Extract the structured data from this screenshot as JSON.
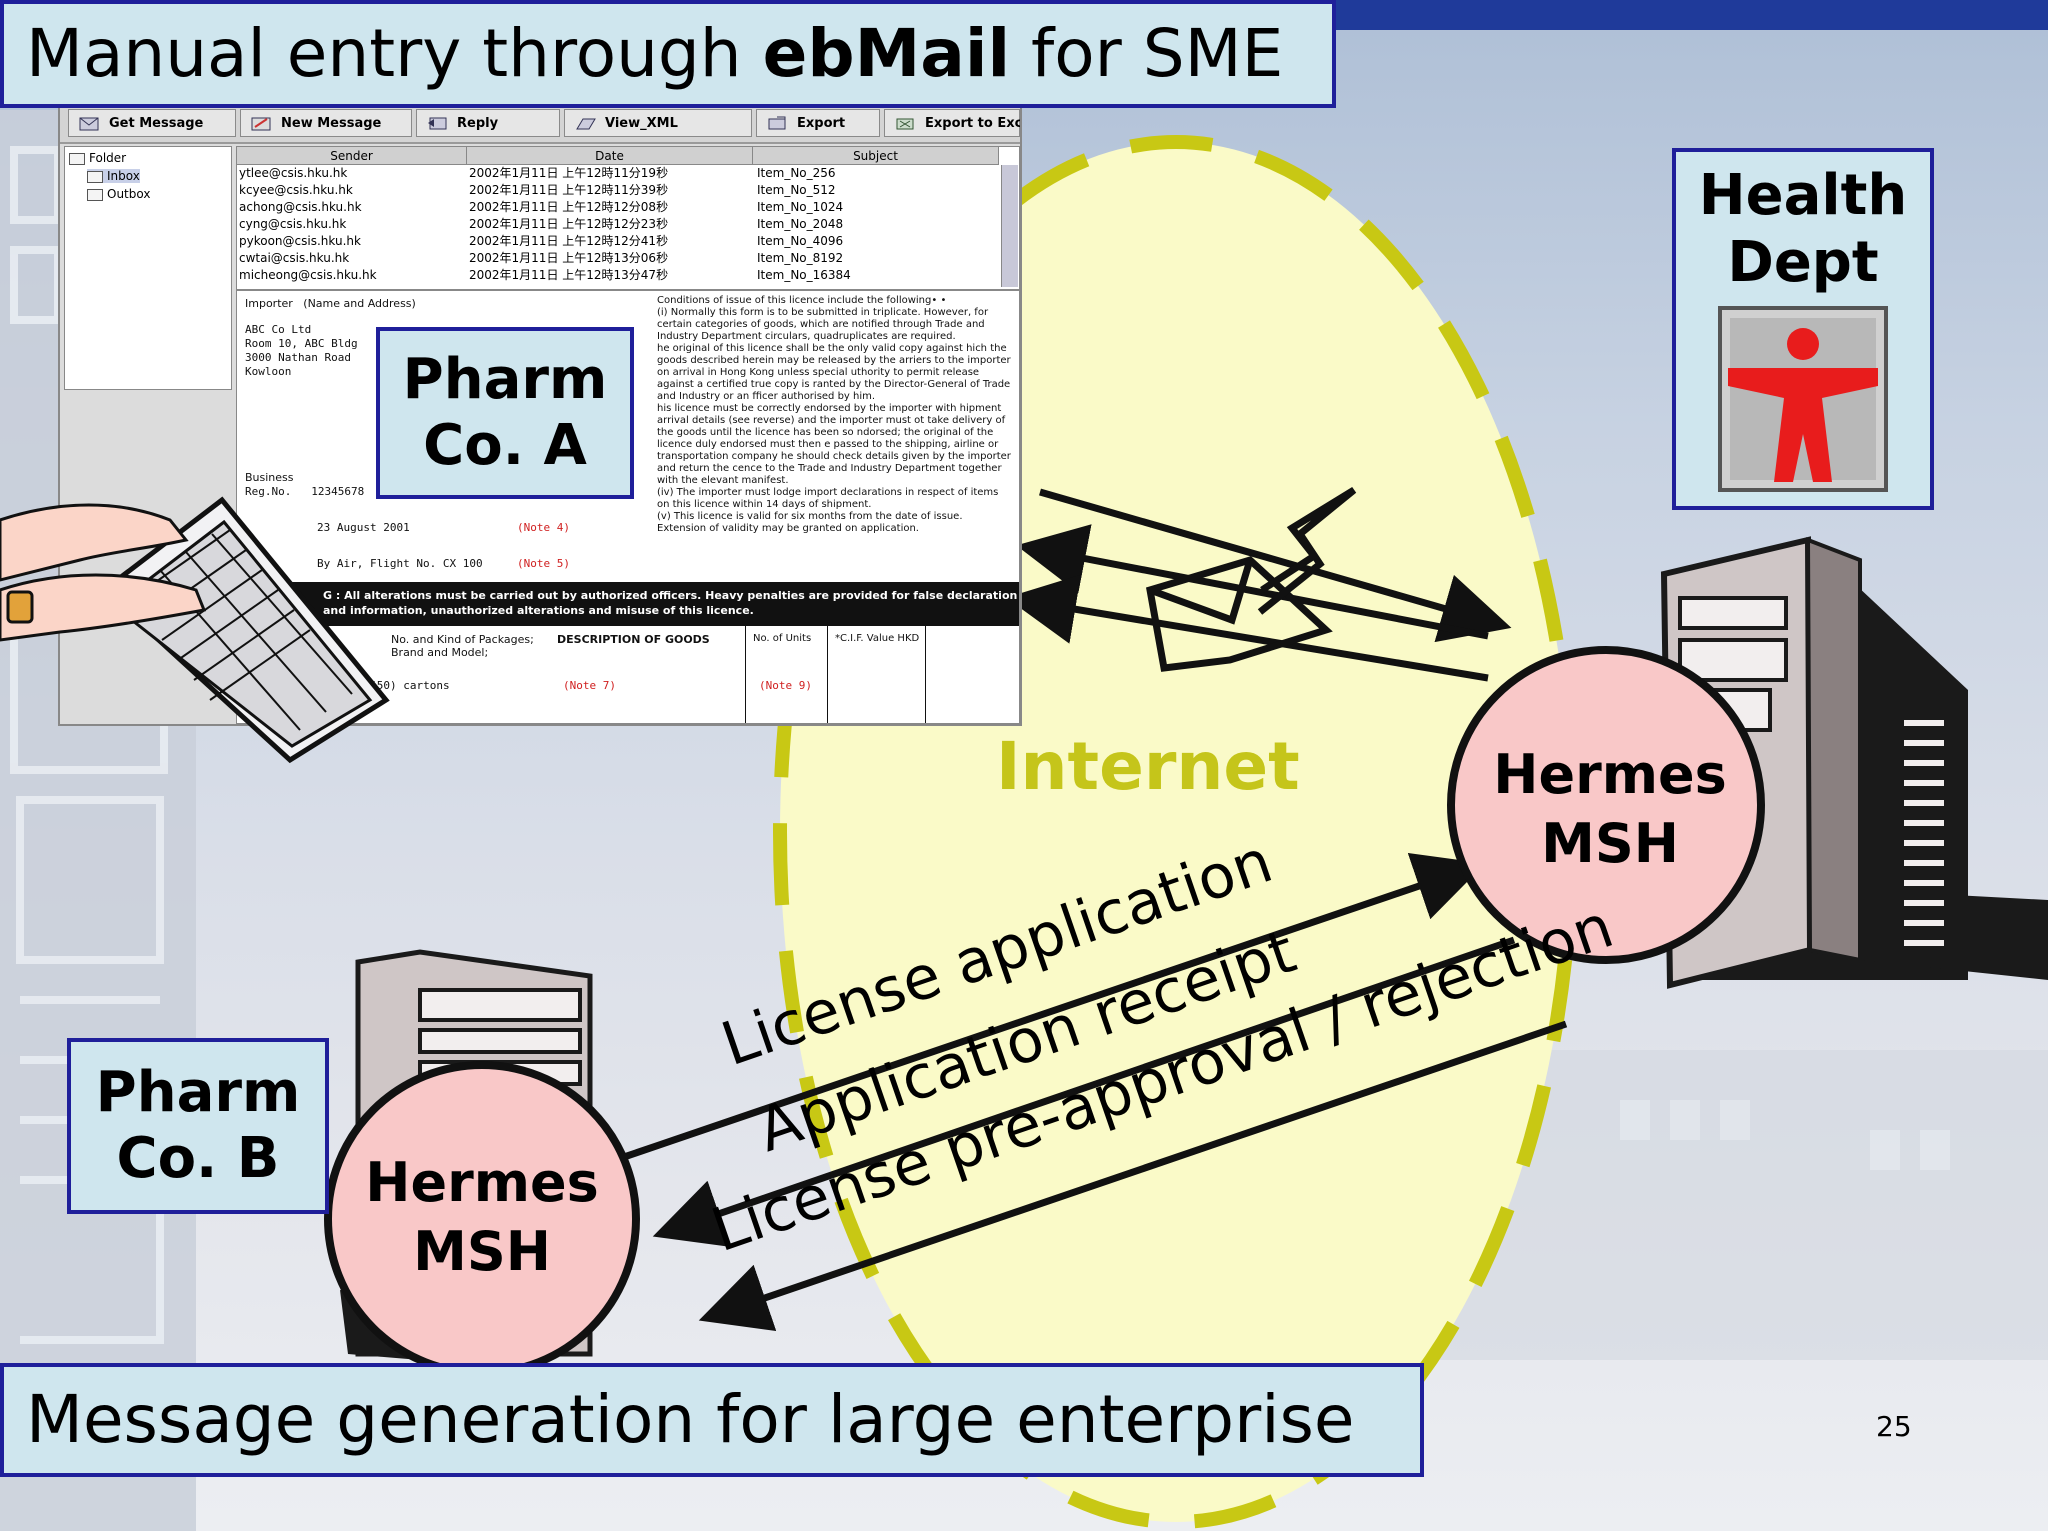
{
  "title": {
    "prefix": "Manual entry through ",
    "bold": "ebMail",
    "suffix": " for SME"
  },
  "footer": "Message generation for large enterprise",
  "page_number": "25",
  "pharm_a": {
    "line1": "Pharm",
    "line2": "Co. A"
  },
  "pharm_b": {
    "line1": "Pharm",
    "line2": "Co. B"
  },
  "health_dept": {
    "line1": "Health",
    "line2": "Dept"
  },
  "internet_label": "Internet",
  "msh_right": {
    "line1": "Hermes",
    "line2": "MSH"
  },
  "msh_left": {
    "line1": "Hermes",
    "line2": "MSH"
  },
  "flows": {
    "license_application": "License application",
    "application_receipt": "Application receipt",
    "license_preapproval": "License pre-approval / rejection"
  },
  "colors": {
    "box_fill": "#cfe6ee",
    "box_border": "#1f1f9a",
    "internet_fill": "#fafac8",
    "internet_dash": "#c8c814",
    "msh_fill": "#f9c8c8",
    "health_logo_red": "#e81c1c"
  },
  "mail_client": {
    "toolbar": [
      "Get Message",
      "New Message",
      "Reply",
      "View_XML",
      "Export",
      "Export to Excel"
    ],
    "folders": [
      "Folder",
      "Inbox",
      "Outbox"
    ],
    "columns": [
      "Sender",
      "Date",
      "Subject"
    ],
    "messages": [
      {
        "sender": "ytlee@csis.hku.hk",
        "date": "2002年1月11日 上午12時11分19秒",
        "subject": "Item_No_256"
      },
      {
        "sender": "kcyee@csis.hku.hk",
        "date": "2002年1月11日 上午12時11分39秒",
        "subject": "Item_No_512"
      },
      {
        "sender": "achong@csis.hku.hk",
        "date": "2002年1月11日 上午12時12分08秒",
        "subject": "Item_No_1024"
      },
      {
        "sender": "cyng@csis.hku.hk",
        "date": "2002年1月11日 上午12時12分23秒",
        "subject": "Item_No_2048"
      },
      {
        "sender": "pykoon@csis.hku.hk",
        "date": "2002年1月11日 上午12時12分41秒",
        "subject": "Item_No_4096"
      },
      {
        "sender": "cwtai@csis.hku.hk",
        "date": "2002年1月11日 上午12時13分06秒",
        "subject": "Item_No_8192"
      },
      {
        "sender": "micheong@csis.hku.hk",
        "date": "2002年1月11日 上午12時13分47秒",
        "subject": "Item_No_16384"
      }
    ],
    "form": {
      "importer_label": "Importer   (Name and Address)",
      "address": "ABC Co Ltd\nRoom 10, ABC Bldg\n3000 Nathan Road\nKowloon",
      "business_label": "Business",
      "reg_label": "Reg.No.   12345678",
      "date_value": "23 August 2001",
      "note4": "(Note 4)",
      "flight_value": "By Air, Flight No. CX 100",
      "note5": "(Note 5)",
      "conditions_heading": "Conditions of issue of this licence include the following• •",
      "conditions": [
        "(i)   Normally this form is to be submitted in triplicate.   However, for certain categories of goods, which are notified through Trade and Industry Department circulars, quadruplicates are required.",
        "he original of this licence shall be the only valid copy against hich the goods described herein may be released by the arriers to the importer on arrival in Hong Kong unless special uthority to permit release against a certified true copy is ranted by the Director-General of Trade and Industry or an fficer authorised by him.",
        "his licence must be correctly endorsed by the importer with hipment arrival details (see reverse) and the importer must ot take delivery of the goods until the licence has been so ndorsed; the original of the licence duly endorsed must then e passed to the shipping, airline or transportation company he should check details given by the importer and return the cence to the Trade and Industry Department together with the elevant manifest.",
        "(iv)  The importer must lodge import declarations in respect of items on this licence within 14 days of shipment.",
        "(v)   This licence is valid for six months from the date of issue. Extension of validity may be granted on application."
      ],
      "warning": "G : All alterations must be carried out by authorized officers.   Heavy penalties are provided for false declaration and information, unauthorized alterations and misuse of this licence.",
      "packages_label": "No. and Kind of Packages; Brand and Model;",
      "goods_label": "DESCRIPTION OF GOODS",
      "units_label": "No. of Units",
      "cif_label": "*C.I.F. Value HKD",
      "packages_value": "ifty (50) cartons",
      "note7": "(Note 7)",
      "note9": "(Note 9)"
    }
  }
}
